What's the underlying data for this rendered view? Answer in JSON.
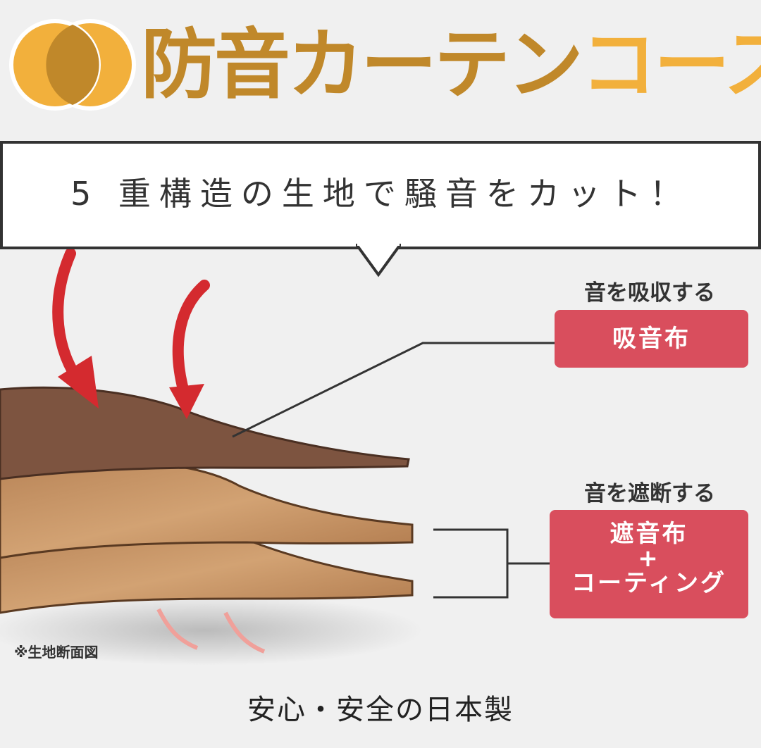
{
  "logo": {
    "title_part1": "防音カーテン",
    "title_part2": "コース",
    "colors": {
      "dark_gold": "#c0882a",
      "light_gold": "#f2b03c"
    }
  },
  "headline": "5 重構造の生地で騒音をカット！",
  "layers": [
    {
      "caption": "音を吸収する",
      "label": "吸音布"
    },
    {
      "caption": "音を遮断する",
      "label_line1": "遮音布",
      "label_line2": "+",
      "label_line3": "コーティング"
    }
  ],
  "note": "※生地断面図",
  "footer": "安心・安全の日本製",
  "accent_color": "#d94e5d"
}
